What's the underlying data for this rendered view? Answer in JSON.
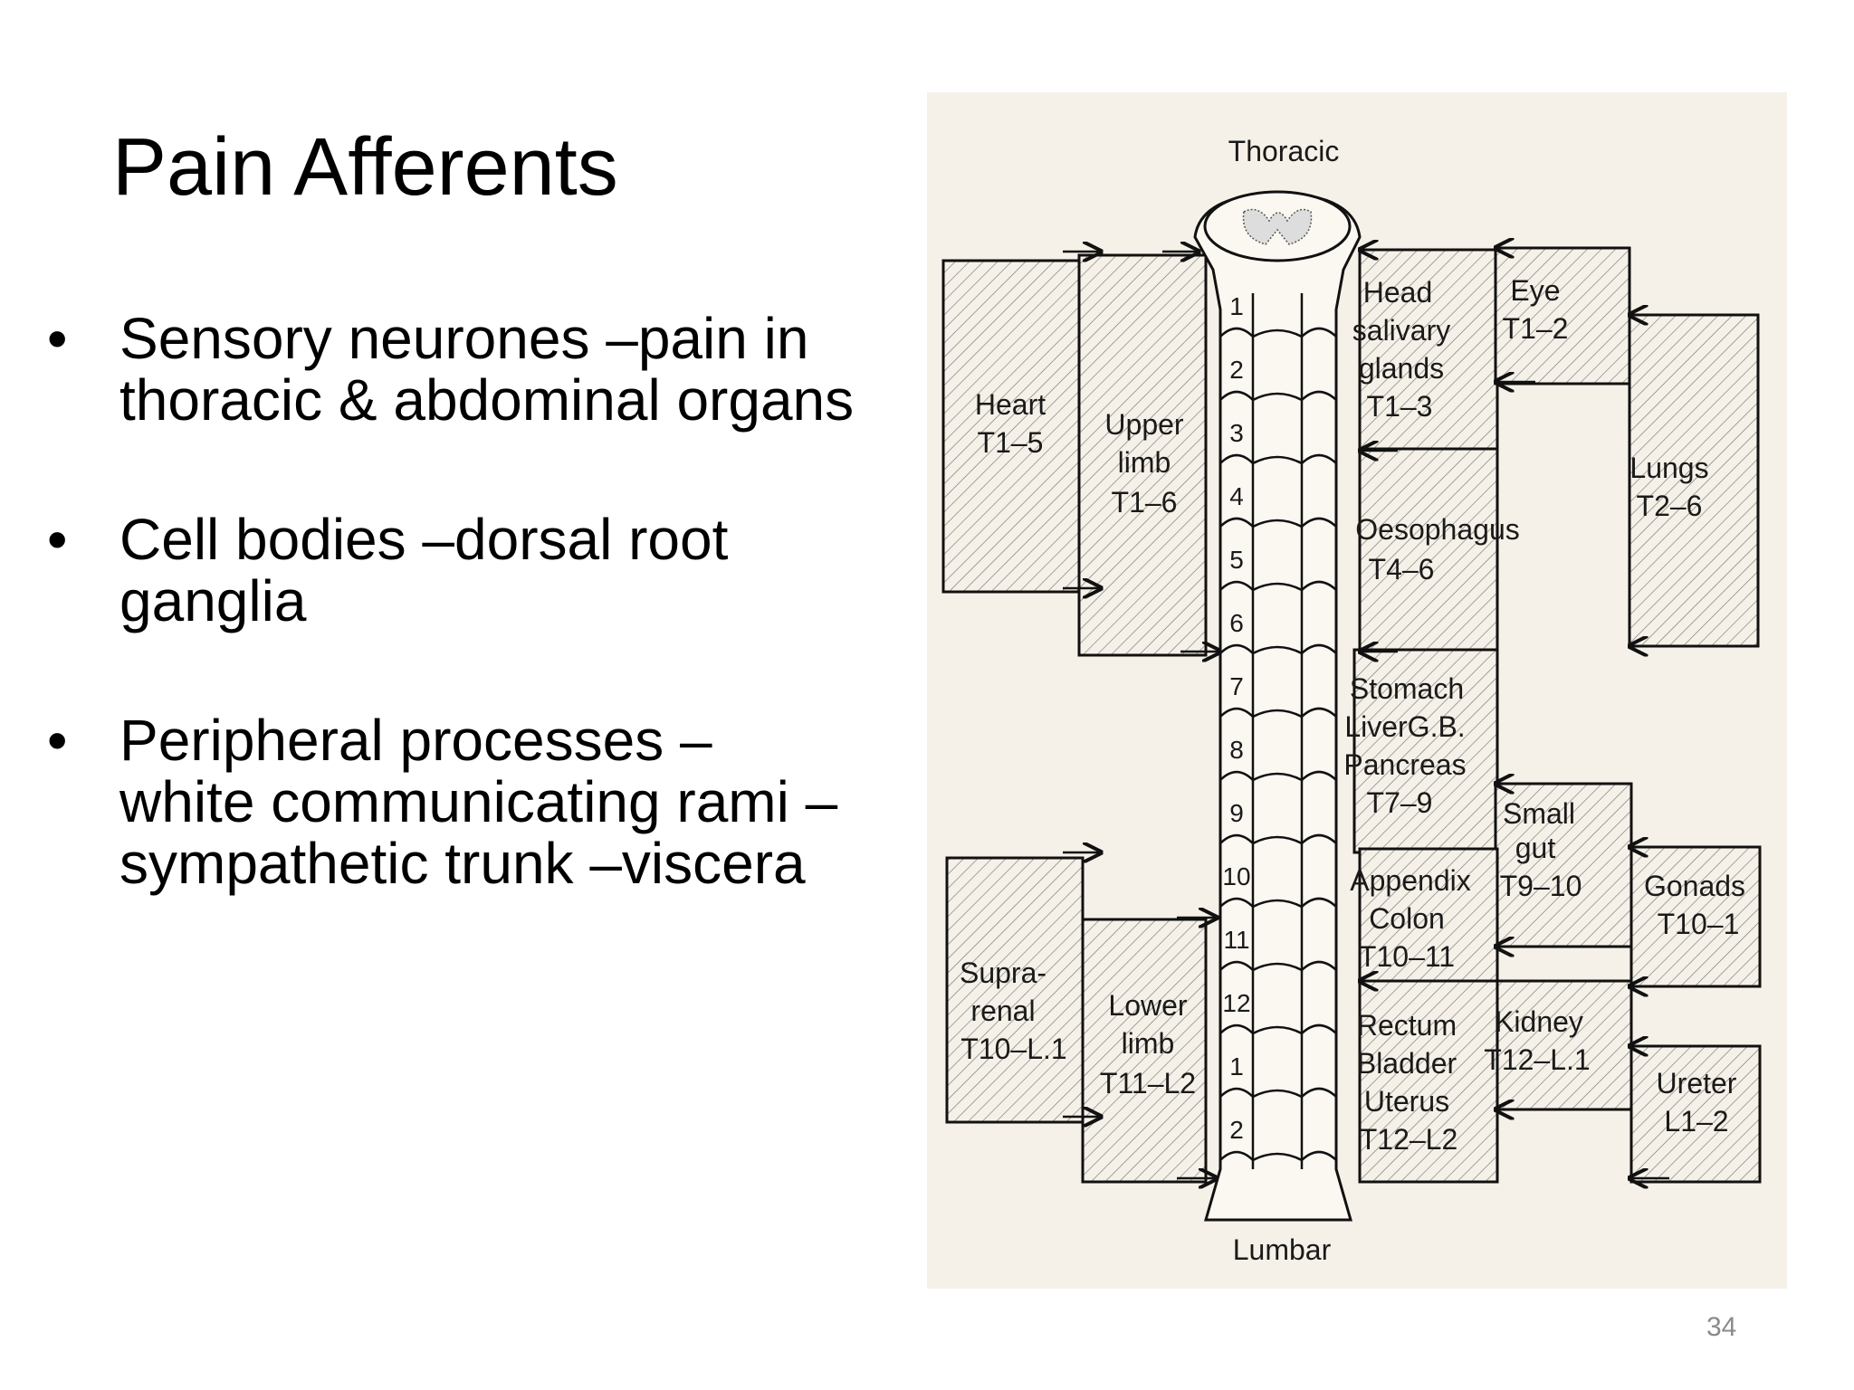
{
  "slide": {
    "title": "Pain Afferents",
    "bullets": [
      "Sensory neurones –pain in thoracic & abdominal organs",
      "Cell bodies –dorsal root ganglia",
      "Peripheral processes – white communicating rami –sympathetic trunk –viscera"
    ],
    "page_number": "34"
  },
  "diagram": {
    "top_label": "Thoracic",
    "bottom_label": "Lumbar",
    "segments": [
      "1",
      "2",
      "3",
      "4",
      "5",
      "6",
      "7",
      "8",
      "9",
      "10",
      "11",
      "12",
      "1",
      "2"
    ],
    "left_boxes": {
      "heart": [
        "Heart",
        "T1–5"
      ],
      "upper_limb": [
        "Upper",
        "limb",
        "T1–6"
      ],
      "suprarenal": [
        "Supra-",
        "renal",
        "T10–L.1"
      ],
      "lower_limb": [
        "Lower",
        "limb",
        "T11–L2"
      ]
    },
    "right_boxes": {
      "head": [
        "Head",
        "salivary",
        "glands",
        "T1–3"
      ],
      "eye": [
        "Eye",
        "T1–2"
      ],
      "lungs": [
        "Lungs",
        "T2–6"
      ],
      "oesophagus": [
        "Oesophagus",
        "T4–6"
      ],
      "stomach": [
        "Stomach",
        "LiverG.B.",
        "Pancreas",
        "T7–9"
      ],
      "small_gut": [
        "Small",
        "gut",
        "T9–10"
      ],
      "gonads": [
        "Gonads",
        "T10–1"
      ],
      "appendix": [
        "Appendix",
        "Colon",
        "T10–11"
      ],
      "kidney": [
        "Kidney",
        "T12–L.1"
      ],
      "ureter": [
        "Ureter",
        "L1–2"
      ],
      "rectum": [
        "Rectum",
        "Bladder",
        "Uterus",
        "T12–L2"
      ]
    }
  }
}
